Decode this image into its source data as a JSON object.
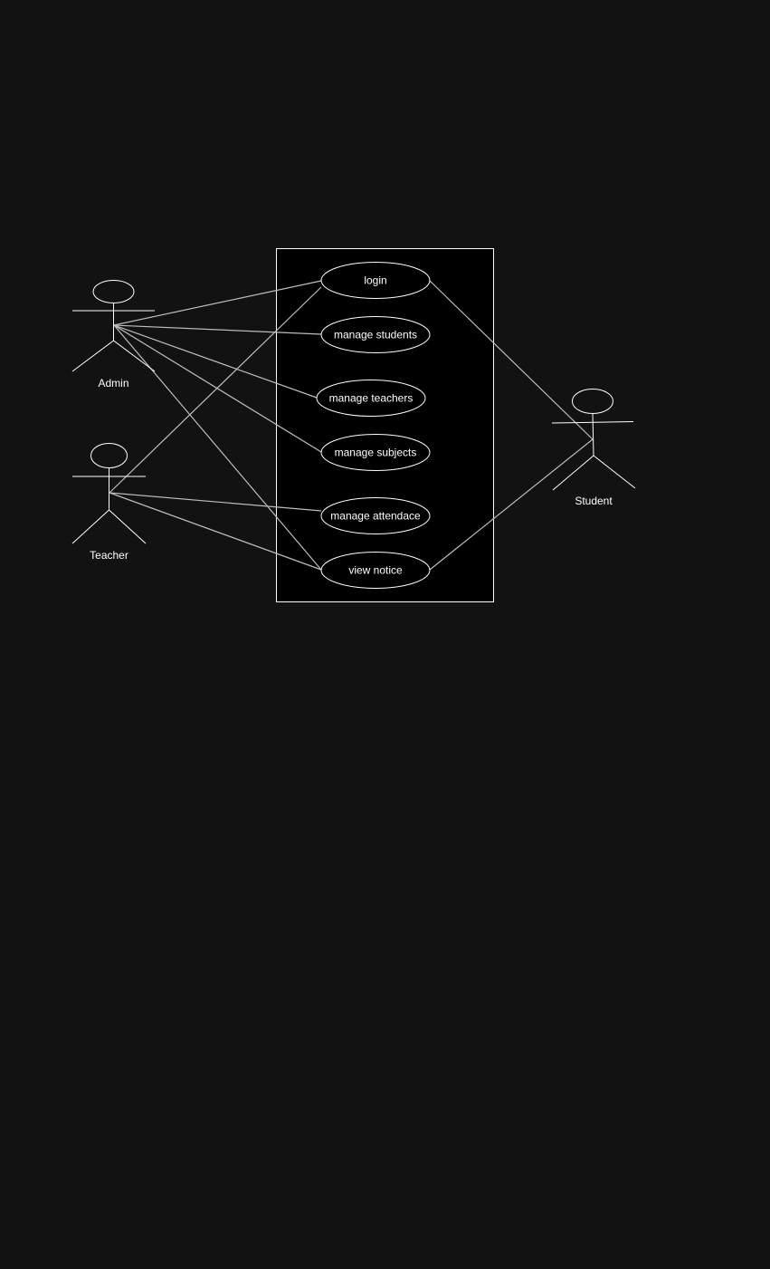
{
  "colors": {
    "background": "#121212",
    "system_fill": "#000000",
    "stroke": "#ffffff",
    "association": "#bdbdbd",
    "text": "#ffffff"
  },
  "actors": {
    "admin": {
      "label": "Admin"
    },
    "teacher": {
      "label": "Teacher"
    },
    "student": {
      "label": "Student"
    }
  },
  "use_cases": {
    "login": "login",
    "manage_students": "manage students",
    "manage_teachers": "manage teachers",
    "manage_subjects": "manage subjects",
    "manage_attendance": "manage attendace",
    "view_notice": "view notice"
  },
  "associations": [
    {
      "actor": "admin",
      "use_case": "login"
    },
    {
      "actor": "admin",
      "use_case": "manage_students"
    },
    {
      "actor": "admin",
      "use_case": "manage_teachers"
    },
    {
      "actor": "admin",
      "use_case": "manage_subjects"
    },
    {
      "actor": "admin",
      "use_case": "view_notice"
    },
    {
      "actor": "teacher",
      "use_case": "login"
    },
    {
      "actor": "teacher",
      "use_case": "manage_attendance"
    },
    {
      "actor": "teacher",
      "use_case": "view_notice"
    },
    {
      "actor": "student",
      "use_case": "login"
    },
    {
      "actor": "student",
      "use_case": "view_notice"
    }
  ]
}
